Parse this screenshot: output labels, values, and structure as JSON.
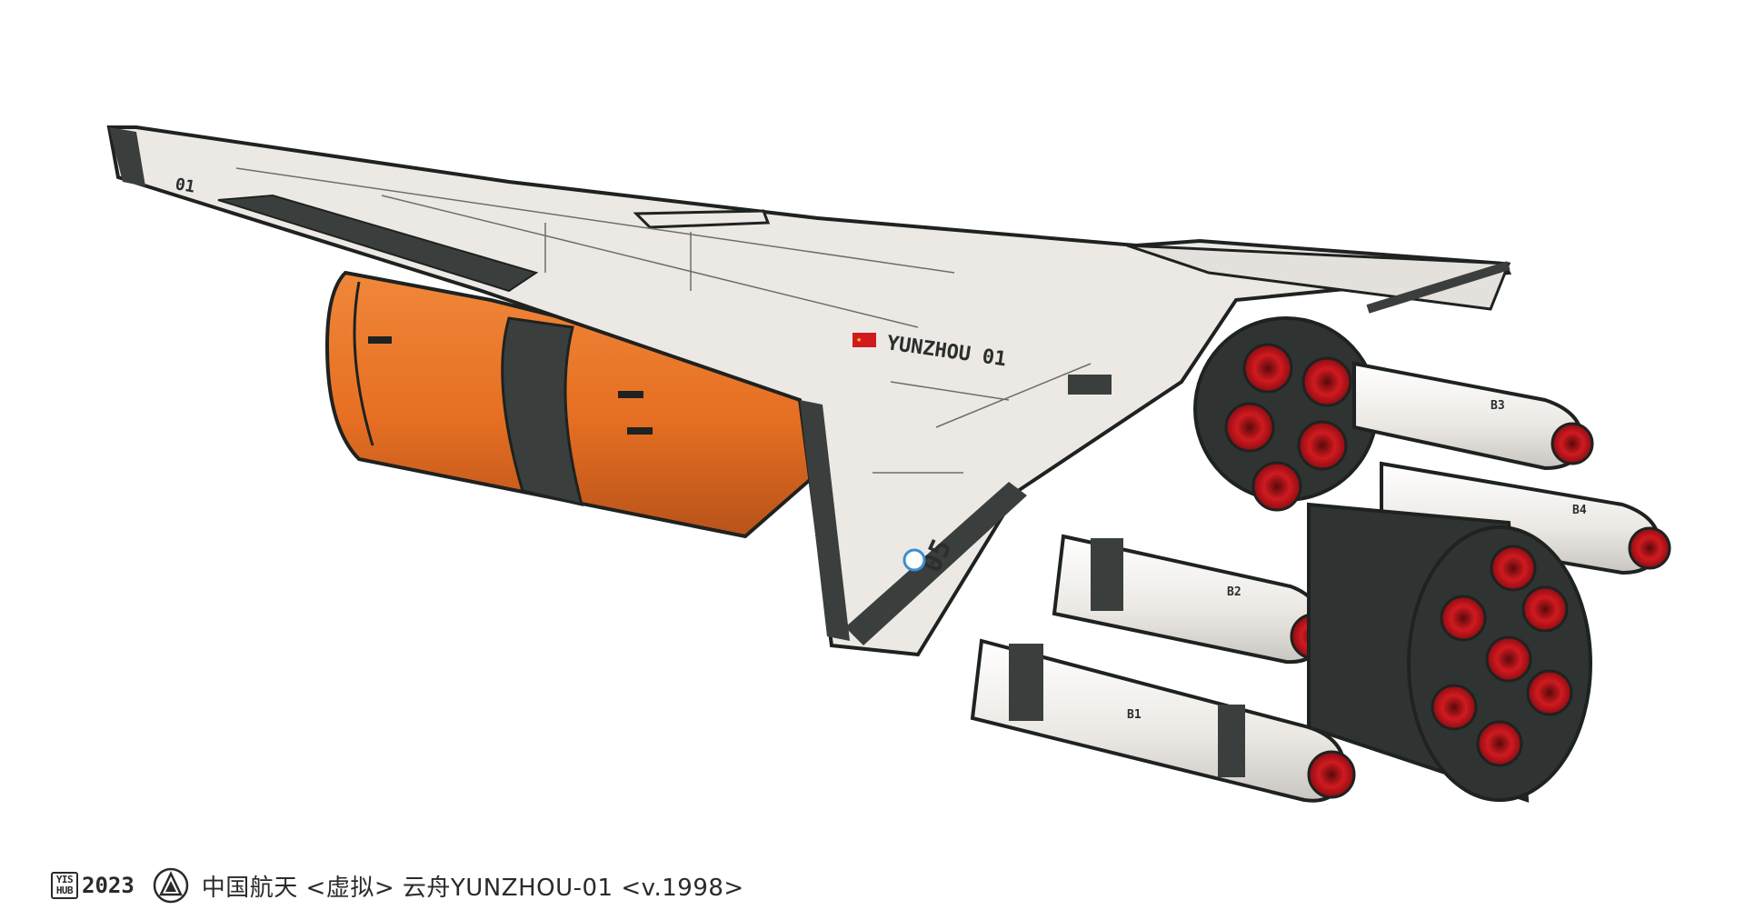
{
  "caption": {
    "badge_top": "YIS",
    "badge_bottom": "HUB",
    "year": "2023",
    "title": "中国航天 <虚拟> 云舟YUNZHOU-01 <v.1998>"
  },
  "markings": {
    "hull_name": "YUNZHOU 01",
    "tail_code": "01",
    "wing_number": "05",
    "booster_labels": [
      "B1",
      "B2",
      "B3",
      "B4"
    ]
  },
  "colors": {
    "hull": "#ece9e4",
    "tank_orange": "#e66f22",
    "dark": "#3a3f3d",
    "nozzle_red": "#c8161d",
    "outline": "#1e2220"
  }
}
